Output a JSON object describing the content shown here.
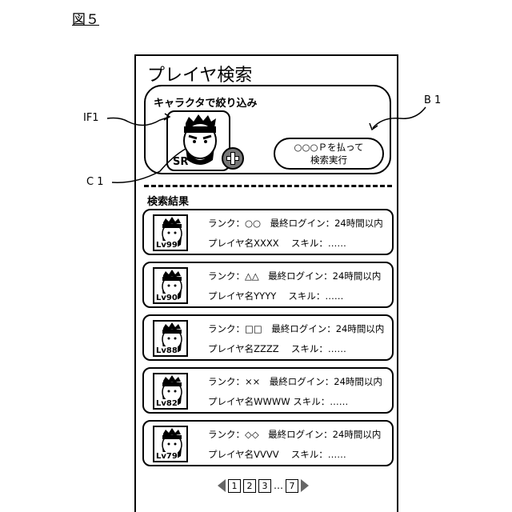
{
  "figure_label": "図５",
  "screen": {
    "title": "プレイヤ検索",
    "filter": {
      "title": "キャラクタで絞り込み",
      "character_rarity": "SR",
      "add_icon": "plus-circle-icon",
      "pay_button": {
        "line1": "○○○Ｐを払って",
        "line2": "検索実行"
      }
    },
    "results": {
      "title": "検索結果",
      "rows": [
        {
          "level": "Lv99",
          "line1": "ランク：○○　最終ログイン：24時間以内",
          "line2": "プレイヤ名XXXX　 スキル：……"
        },
        {
          "level": "Lv90",
          "line1": "ランク：△△　最終ログイン：24時間以内",
          "line2": "プレイヤ名YYYY　 スキル：……"
        },
        {
          "level": "Lv88",
          "line1": "ランク：□□　最終ログイン：24時間以内",
          "line2": "プレイヤ名ZZZZ　 スキル：……"
        },
        {
          "level": "Lv82",
          "line1": "ランク：××　最終ログイン：24時間以内",
          "line2": "プレイヤ名WWWW スキル：……"
        },
        {
          "level": "Lv79",
          "line1": "ランク：◇◇　最終ログイン：24時間以内",
          "line2": "プレイヤ名VVVV　 スキル：……"
        }
      ]
    },
    "pagination": {
      "pages": [
        "1",
        "2",
        "3"
      ],
      "ellipsis": "…",
      "last": "7"
    }
  },
  "annotations": {
    "if1": "IF1",
    "c1": "C 1",
    "b1": "B 1"
  }
}
